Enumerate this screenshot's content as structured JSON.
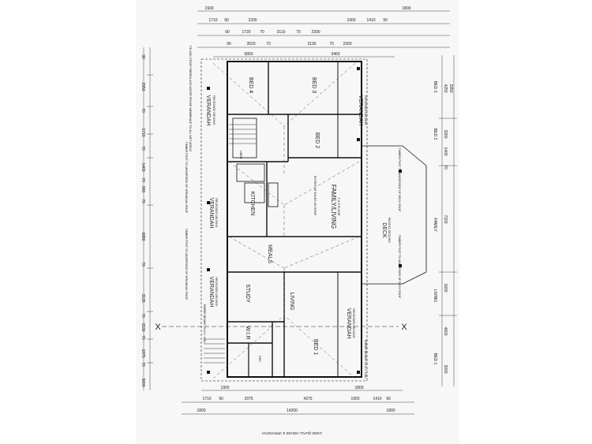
{
  "plan": {
    "rooms": {
      "bed4": "BED 4",
      "bed3": "BED 3",
      "bed2": "BED 2",
      "bed1": "BED 1",
      "kitchen": "KITCHEN",
      "family_living": "FAMILY/LIVING",
      "meals": "MEALS",
      "study": "STUDY",
      "living": "LIVING",
      "wir": "W.I.R",
      "deck": "DECK",
      "ens": "ENS",
      "linen": "LINEN"
    },
    "verandahs": {
      "top_left": "VERANDAH",
      "top_right": "VERANDAH",
      "mid_left": "VERANDAH",
      "bottom_left": "VERANDAH",
      "bottom_right": "VERANDAH"
    },
    "recessed_decking": "RECESSED DECKING",
    "deck_note": "RECESS DECKING",
    "notes": {
      "window_note": "TIE AND STRAP FIBREGLASS WATER PROOF MEMBRANE TO ALL WET AREAS",
      "timber_post_1": "TIMBER POST TO UNDERSIDE OF VERANDAH ROOF",
      "timber_post_2": "TIMBER POST TO UNDERSIDE OF VERANDAH ROOF",
      "timber_post_3": "TIMBER POST TO UNDERSIDE OF DECK ROOF",
      "timber_post_4": "TIMBER POST TO UNDERSIDE OF DECK ROOF",
      "beams_1": "TIMBER BEAMS TO A.S. 1684",
      "beams_2": "TIMBER BEAMS TO A.S. 1684",
      "extent": "EXTENT OF EAVES ON ROOF",
      "floor": "F & G FLOOR"
    },
    "section_marker": "X",
    "title_block": "14200 QUALL HOUSE & VERANDAH",
    "top_dims_row1": [
      "1900",
      "1800"
    ],
    "top_dims_row2": [
      "1710",
      "90",
      "2200",
      "1900",
      "1410",
      "90"
    ],
    "top_dims_row3": [
      "90",
      "1720",
      "70",
      "3110",
      "70",
      "2300"
    ],
    "top_dims_row4": [
      "90",
      "3520",
      "70",
      "3190",
      "70",
      "2300"
    ],
    "top_dims_row5": [
      "5850",
      "3460"
    ],
    "left_dims": [
      "90",
      "2950",
      "70",
      "1710",
      "70",
      "1400",
      "70",
      "900",
      "70",
      "6880",
      "70",
      "3135",
      "70",
      "1530",
      "70",
      "1875",
      "70",
      "3000"
    ],
    "right_dims": [
      "4250",
      "2950",
      "1400",
      "3260",
      "70",
      "7200",
      "1600",
      "4600",
      "3000"
    ],
    "right_labels": [
      "BED 3",
      "BED 2",
      "FAMILY",
      "LIVING",
      "BED 1"
    ],
    "bottom_dims_row1": [
      "1900",
      "1800"
    ],
    "bottom_dims_row2": [
      "1710",
      "90",
      "2975",
      "4375",
      "1900",
      "1410",
      "90"
    ],
    "bottom_dims_row3": [
      "1800",
      "14200",
      "1800"
    ]
  }
}
